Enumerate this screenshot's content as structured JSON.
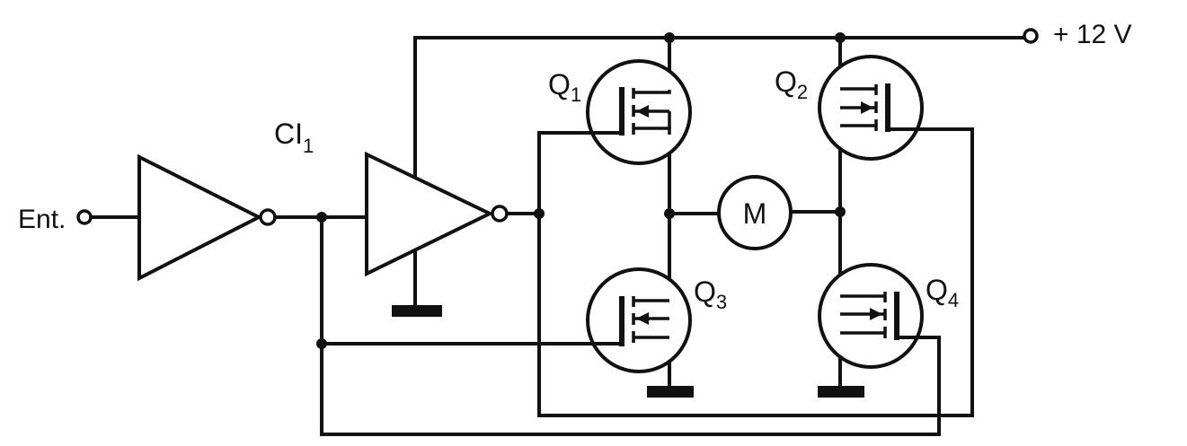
{
  "labels": {
    "input": "Ent.",
    "ic": "CI",
    "ic_sub": "1",
    "supply": "+ 12 V",
    "motor": "M",
    "q1": "Q",
    "q1_sub": "1",
    "q2": "Q",
    "q2_sub": "2",
    "q3": "Q",
    "q3_sub": "3",
    "q4": "Q",
    "q4_sub": "4"
  },
  "colors": {
    "ink": "#111111",
    "background": "#ffffff"
  }
}
